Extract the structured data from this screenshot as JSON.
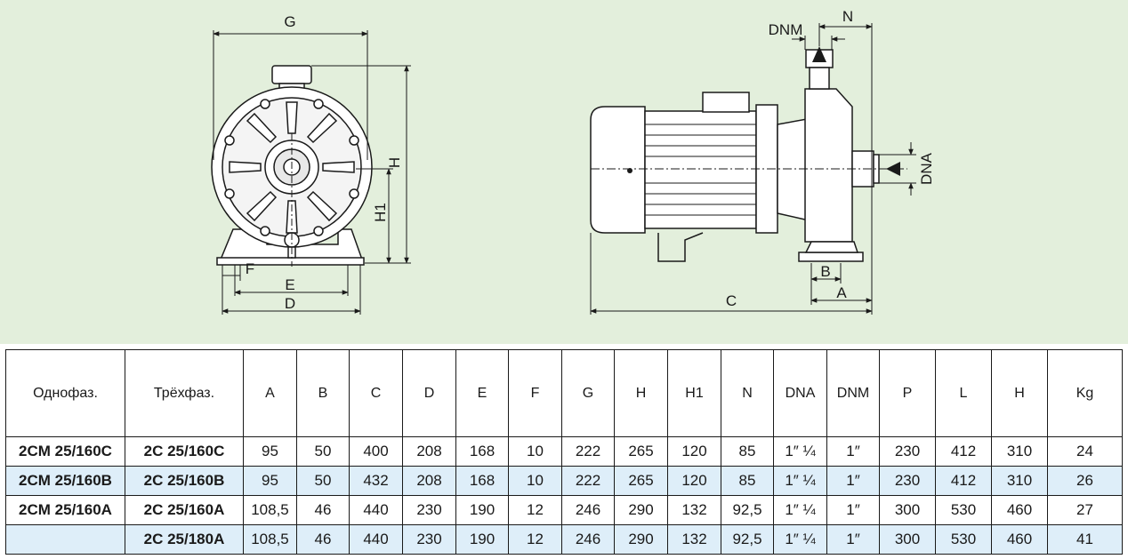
{
  "drawing": {
    "front_labels": {
      "G": "G",
      "H": "H",
      "H1": "H1",
      "F": "F",
      "E": "E",
      "D": "D"
    },
    "side_labels": {
      "DNM": "DNM",
      "N": "N",
      "DNA": "DNA",
      "B": "B",
      "A": "A",
      "C": "C"
    }
  },
  "table": {
    "headers": [
      "Однофаз.",
      "Трёхфаз.",
      "A",
      "B",
      "C",
      "D",
      "E",
      "F",
      "G",
      "H",
      "H1",
      "N",
      "DNA",
      "DNM",
      "P",
      "L",
      "H",
      "Kg"
    ],
    "rows": [
      [
        "2CM 25/160C",
        "2C 25/160C",
        "95",
        "50",
        "400",
        "208",
        "168",
        "10",
        "222",
        "265",
        "120",
        "85",
        "1″ ¼",
        "1″",
        "230",
        "412",
        "310",
        "24"
      ],
      [
        "2CM 25/160B",
        "2C 25/160B",
        "95",
        "50",
        "432",
        "208",
        "168",
        "10",
        "222",
        "265",
        "120",
        "85",
        "1″ ¼",
        "1″",
        "230",
        "412",
        "310",
        "26"
      ],
      [
        "2CM 25/160A",
        "2C 25/160A",
        "108,5",
        "46",
        "440",
        "230",
        "190",
        "12",
        "246",
        "290",
        "132",
        "92,5",
        "1″ ¼",
        "1″",
        "300",
        "530",
        "460",
        "27"
      ],
      [
        "",
        "2C 25/180A",
        "108,5",
        "46",
        "440",
        "230",
        "190",
        "12",
        "246",
        "290",
        "132",
        "92,5",
        "1″ ¼",
        "1″",
        "300",
        "530",
        "460",
        "41"
      ]
    ]
  }
}
